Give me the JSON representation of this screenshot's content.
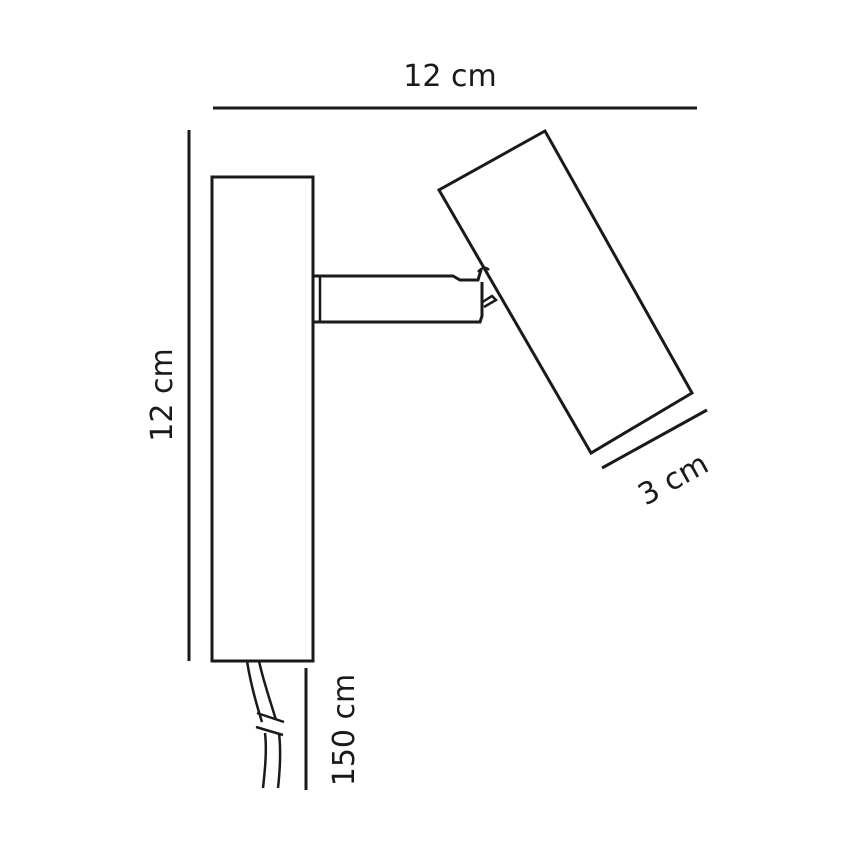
{
  "diagram": {
    "type": "product-dimension-drawing",
    "subject": "wall spotlight",
    "colors": {
      "line": "#1a1a1a",
      "background": "#ffffff"
    },
    "dimensions": {
      "width": {
        "label": "12 cm",
        "orientation": "horizontal"
      },
      "height": {
        "label": "12 cm",
        "orientation": "vertical"
      },
      "head_diameter": {
        "label": "3 cm",
        "orientation": "diagonal"
      },
      "cable_length": {
        "label": "150 cm",
        "orientation": "vertical"
      }
    },
    "parts": [
      "wall-base",
      "arm",
      "lamp-head",
      "cable"
    ]
  }
}
